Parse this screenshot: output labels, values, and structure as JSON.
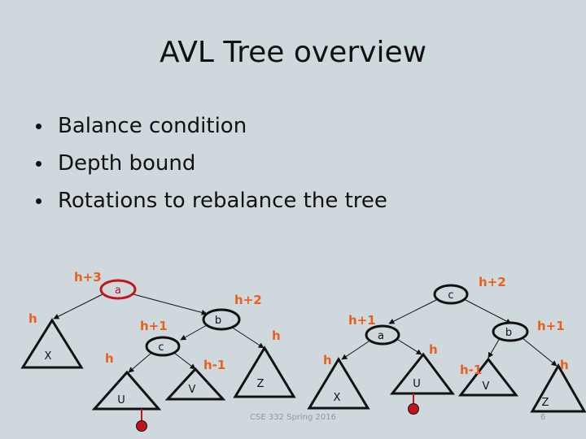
{
  "slide": {
    "title": "AVL Tree overview",
    "bullets": [
      "Balance condition",
      "Depth bound",
      "Rotations to rebalance the tree"
    ],
    "footer": "CSE 332 Spring 2016",
    "page_number": "6"
  },
  "left_tree": {
    "nodes": {
      "a": "a",
      "b": "b",
      "c": "c"
    },
    "subtrees": {
      "X": "X",
      "U": "U",
      "V": "V",
      "Z": "Z"
    },
    "heights": {
      "a": "h+3",
      "X": "h",
      "b": "h+2",
      "c": "h+1",
      "Z": "h",
      "U": "h",
      "V": "h-1"
    }
  },
  "right_tree": {
    "nodes": {
      "c": "c",
      "a": "a",
      "b": "b"
    },
    "subtrees": {
      "X": "X",
      "U": "U",
      "V": "V",
      "Z": "Z"
    },
    "heights": {
      "c": "h+2",
      "a": "h+1",
      "b": "h+1",
      "X": "h",
      "U": "h",
      "V": "h-1",
      "Z": "h"
    }
  },
  "colors": {
    "highlight": "#c0151b",
    "height_label": "#e8601c",
    "background": "#cfd8dc"
  }
}
